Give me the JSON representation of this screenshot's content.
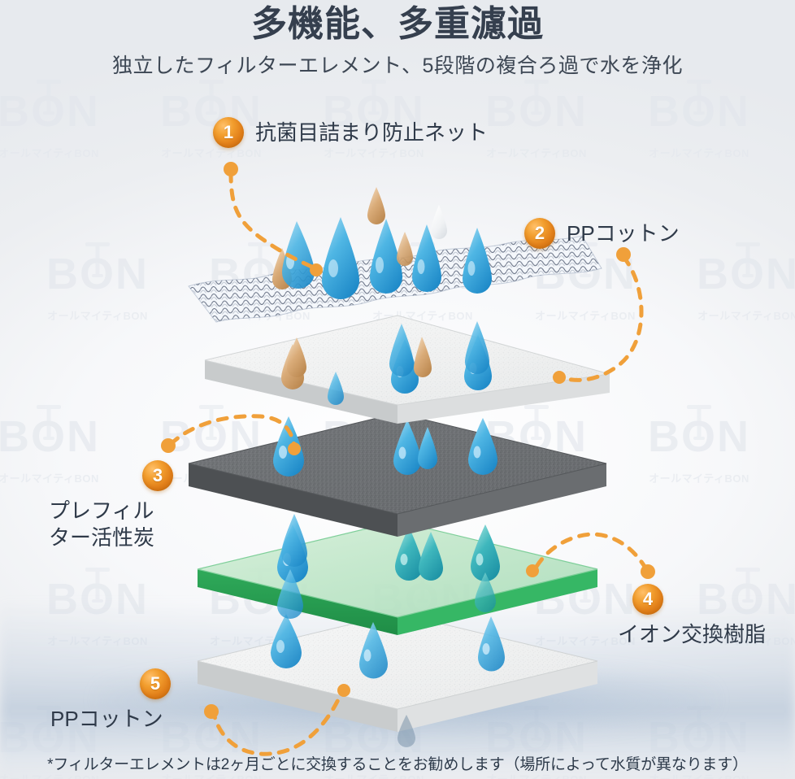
{
  "header": {
    "title": "多機能、多重濾過",
    "subtitle": "独立したフィルターエレメント、5段階の複合ろ過で水を浄化"
  },
  "callouts": [
    {
      "number": "1",
      "label": "抗菌目詰まり防止ネット"
    },
    {
      "number": "2",
      "label": "PPコットン"
    },
    {
      "number": "3",
      "label_line1": "プレフィル",
      "label_line2": "ター活性炭"
    },
    {
      "number": "4",
      "label": "イオン交換樹脂"
    },
    {
      "number": "5",
      "label": "PPコットン"
    }
  ],
  "footer": {
    "note": "*フィルターエレメントは2ヶ月ごとに交換することをお勧めします（場所によって水質が異なります）"
  },
  "watermark": {
    "brand": "BON",
    "tagline": "オールマイティBON"
  },
  "colors": {
    "accent_orange": "#e8821e",
    "title_text": "#353f4e",
    "body_text": "#2f3a49",
    "carbon_slab": "#6e7174",
    "resin_slab": "#bfe3c8",
    "cotton_slab": "#f2f3f3",
    "watermark": "#e2e6ec"
  },
  "layers": [
    {
      "name": "antibacterial-net",
      "material": "mesh-net"
    },
    {
      "name": "pp-cotton-top",
      "material": "white-foam"
    },
    {
      "name": "pre-filter-activated-carbon",
      "material": "dark-gray-carbon"
    },
    {
      "name": "ion-exchange-resin",
      "material": "green-translucent"
    },
    {
      "name": "pp-cotton-bottom",
      "material": "white-foam"
    }
  ]
}
